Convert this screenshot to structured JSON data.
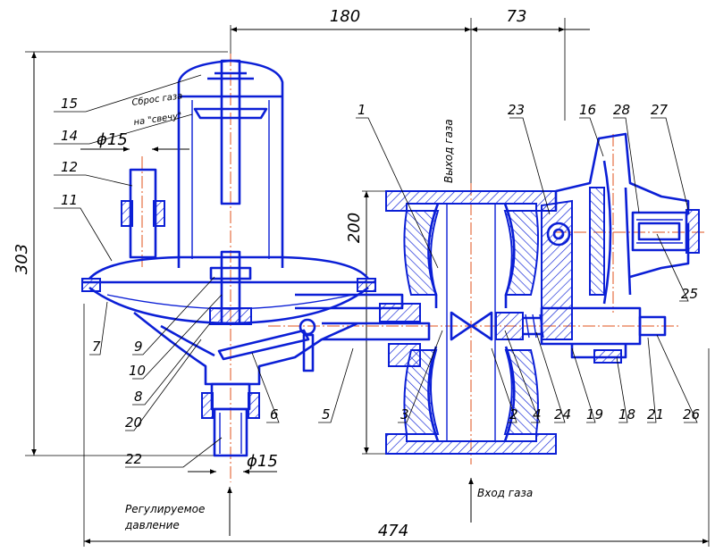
{
  "dimensions": {
    "d180": "180",
    "d73": "73",
    "d303": "303",
    "d200": "200",
    "d474": "474",
    "phi15_top": "ϕ15",
    "phi15_bottom": "ϕ15"
  },
  "notes": {
    "vent_line1": "Сброс газа",
    "vent_line2": "на \"свечу\"",
    "outlet": "Выход газа",
    "inlet": "Вход газа",
    "regulated_line1": "Регулируемое",
    "regulated_line2": "давление"
  },
  "part_labels": {
    "p1": "1",
    "p2": "2",
    "p3": "3",
    "p4": "4",
    "p5": "5",
    "p6": "6",
    "p7": "7",
    "p8": "8",
    "p9": "9",
    "p10": "10",
    "p11": "11",
    "p12": "12",
    "p14": "14",
    "p15": "15",
    "p16": "16",
    "p18": "18",
    "p19": "19",
    "p20": "20",
    "p21": "21",
    "p22": "22",
    "p23": "23",
    "p24": "24",
    "p25": "25",
    "p26": "26",
    "p27": "27",
    "p28": "28"
  },
  "colors": {
    "part_lines": "#0b1fd6",
    "axis_lines": "#e0531c",
    "dimension_lines": "#000000"
  }
}
